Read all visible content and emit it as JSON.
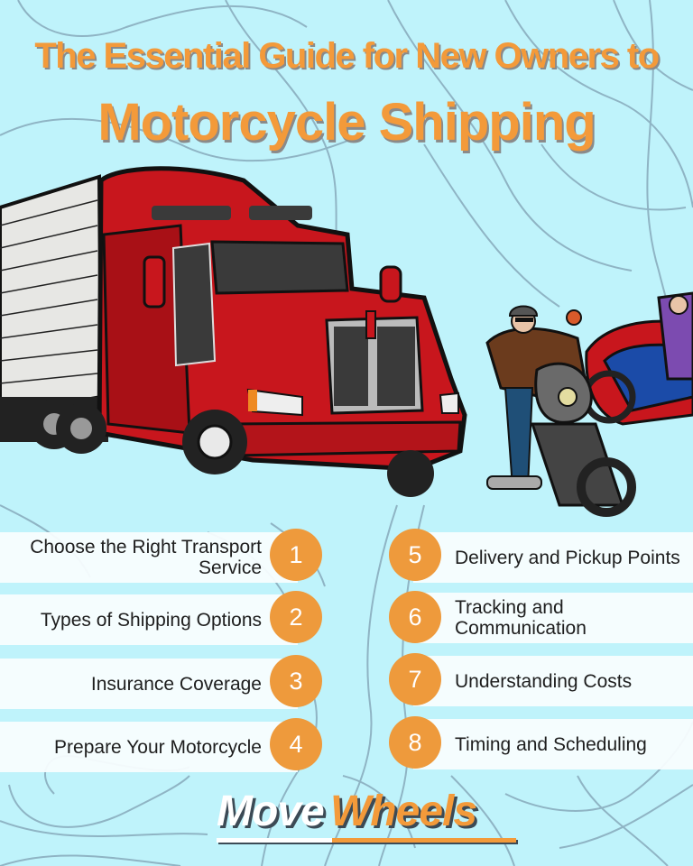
{
  "header": {
    "title_line1": "The Essential Guide for New Owners to",
    "title_line2": "Motorcycle Shipping"
  },
  "illustration": {
    "truck": "red-semi-truck-illustration",
    "riders": "motorcycle-riders-illustration"
  },
  "steps": [
    {
      "number": "1",
      "label": "Choose the Right Transport Service"
    },
    {
      "number": "2",
      "label": "Types of Shipping Options"
    },
    {
      "number": "3",
      "label": "Insurance Coverage"
    },
    {
      "number": "4",
      "label": "Prepare Your Motorcycle"
    },
    {
      "number": "5",
      "label": "Delivery and Pickup Points"
    },
    {
      "number": "6",
      "label": "Tracking and Communication"
    },
    {
      "number": "7",
      "label": "Understanding Costs"
    },
    {
      "number": "8",
      "label": "Timing and Scheduling"
    }
  ],
  "brand": {
    "word1": "Move",
    "word2": "Wheels"
  },
  "colors": {
    "background": "#bff3fb",
    "accent_orange": "#f39a3a",
    "circle_orange": "#ee9a3c",
    "topo_lines": "#8fb4c4",
    "truck_red": "#c8161d"
  }
}
